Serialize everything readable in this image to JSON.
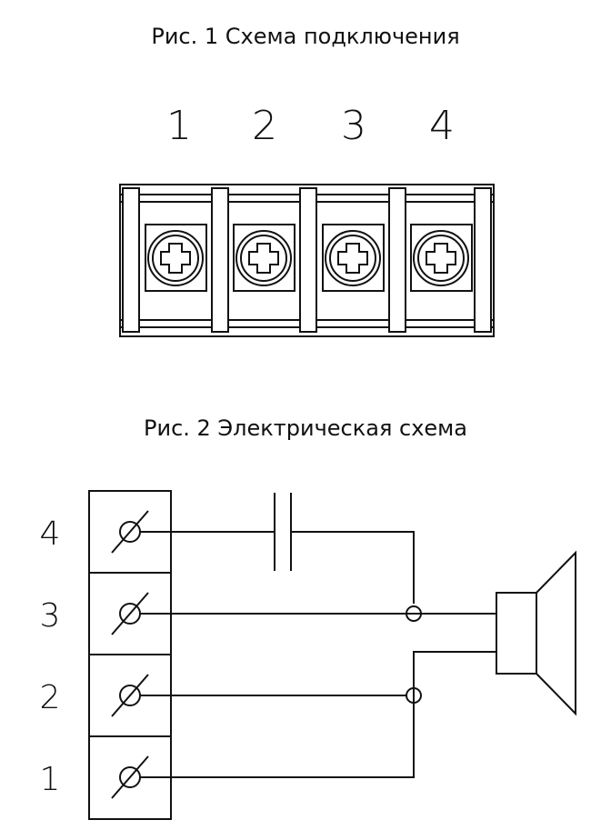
{
  "figure1": {
    "caption": "Рис. 1 Схема подключения",
    "terminal_numbers": [
      "1",
      "2",
      "3",
      "4"
    ]
  },
  "figure2": {
    "caption": "Рис. 2 Электрическая схема",
    "terminal_numbers": [
      "4",
      "3",
      "2",
      "1"
    ]
  }
}
